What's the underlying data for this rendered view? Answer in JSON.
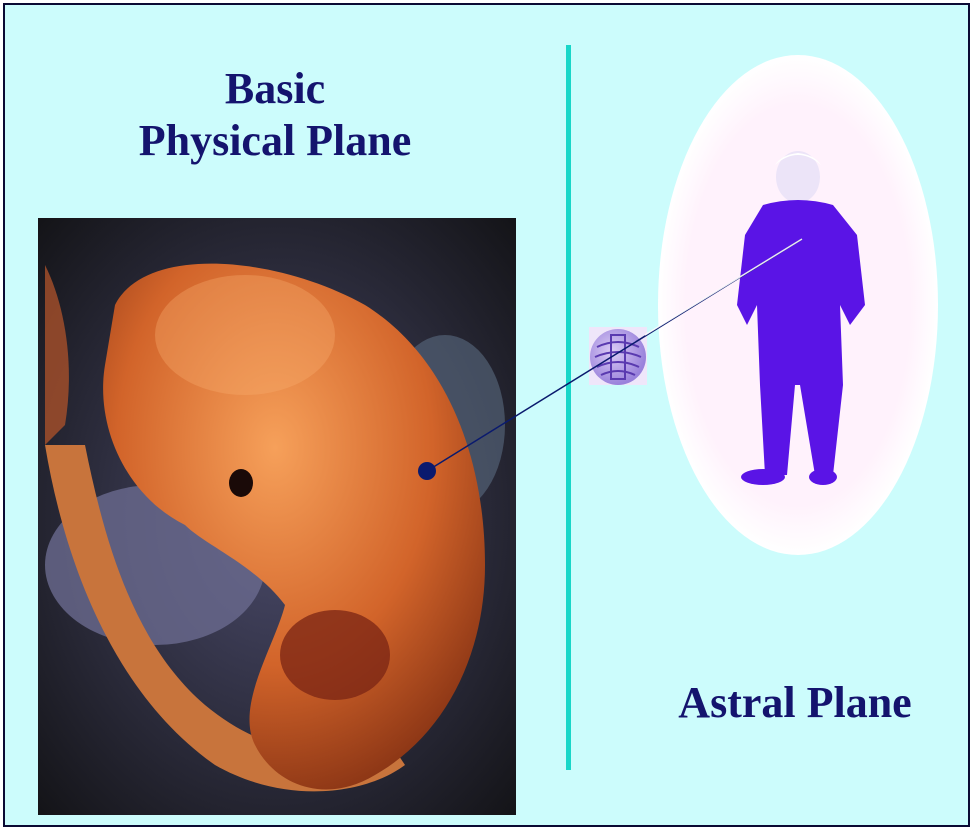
{
  "physical_plane": {
    "title_line1": "Basic",
    "title_line2": "Physical Plane"
  },
  "astral_plane": {
    "title": "Astral Plane"
  },
  "colors": {
    "background": "#ccfcfc",
    "title_text": "#14146e",
    "divider": "#19d6c8",
    "connector_dot": "#0a1a6e",
    "astral_figure": "#5a14e6",
    "aura": "#fff2fc"
  },
  "icons": [
    "embryo-photo",
    "astral-person-figure",
    "aura-ellipse",
    "spiral-sphere-icon",
    "connector-dot"
  ]
}
